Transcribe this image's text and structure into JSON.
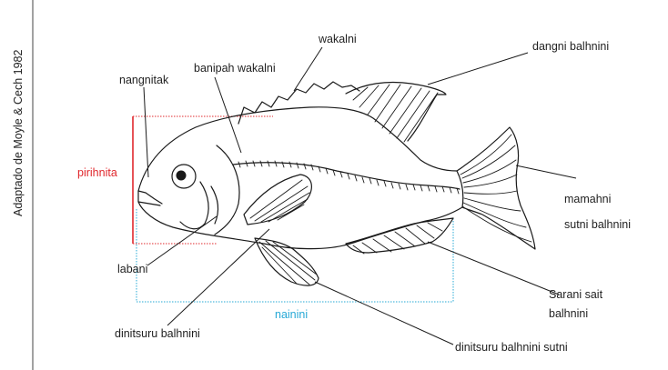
{
  "credit": "Adaptado de Moyle & Cech 1982",
  "labels": {
    "wakalni": "wakalni",
    "dangni_balhnini": "dangni balhnini",
    "nangnitak": "nangnitak",
    "banipah_wakalni": "banipah wakalni",
    "pirihnita": "pirihnita",
    "mamahni_line1": "mamahni",
    "mamahni_line2": "sutni balhnini",
    "labani": "labani",
    "sarani_line1": "Sarani sait",
    "sarani_line2": "balhnini",
    "nainini": "nainini",
    "dinitsuru_balhnini": "dinitsuru balhnini",
    "dinitsuru_balhnini_sutni": "dinitsuru balhnini sutni"
  },
  "colors": {
    "ink": "#1a1a1a",
    "height_bracket": "#e0282d",
    "length_bracket": "#27a9d6",
    "frame": "#444444"
  }
}
